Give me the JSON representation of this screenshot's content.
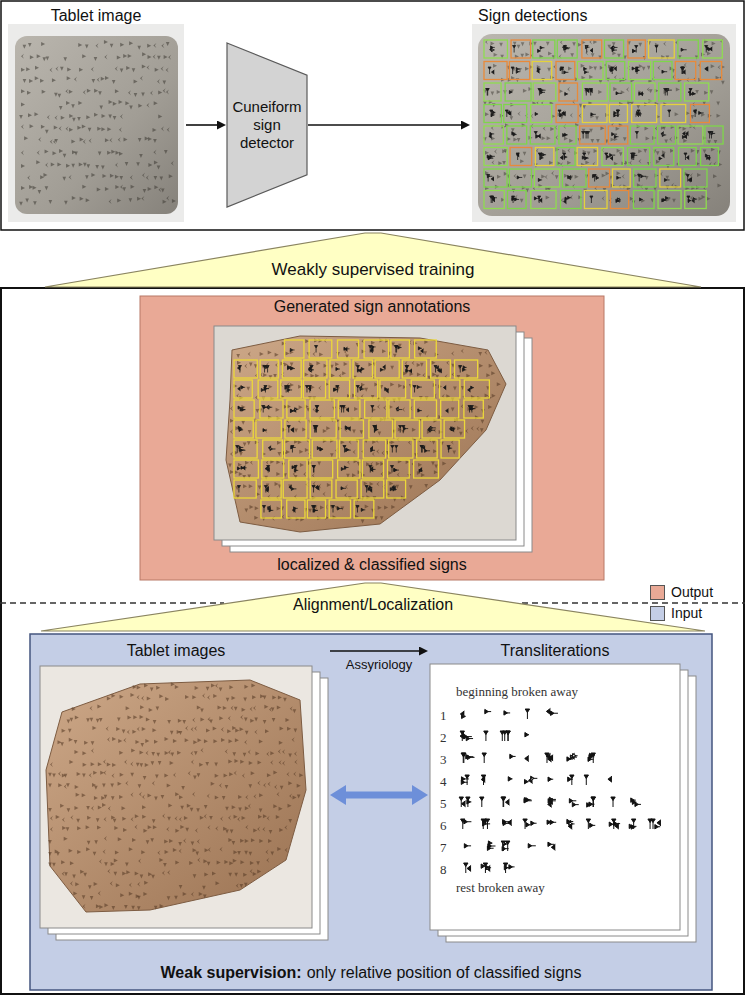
{
  "diagram": {
    "nodes": [
      {
        "text": [
          "Tablet image"
        ]
      },
      {
        "text": [
          "Cuneiform sign detector"
        ]
      },
      {
        "text": [
          "Sign detections"
        ]
      },
      {
        "text": [
          "Weakly supervised training"
        ]
      },
      {
        "text": [
          "Generated sign annotations",
          "localized & classified signs"
        ]
      },
      {
        "text": [
          "Alignment/Localization"
        ]
      },
      {
        "text": [
          "Weak supervision:",
          "only relative position of classified signs"
        ]
      },
      {
        "text": [
          "Tablet images"
        ],
        "in": 6
      },
      {
        "text": [
          "Transliterations",
          "beginning broken away",
          "rest broken away"
        ],
        "in": 6
      }
    ],
    "edges": [
      {
        "from": 0,
        "to": 1,
        "arrow": "to"
      },
      {
        "from": 1,
        "to": 2,
        "arrow": "to"
      },
      {
        "from": 7,
        "to": 8,
        "label": "Assyriology",
        "arrow": "to"
      },
      {
        "from": 7,
        "to": 8,
        "arrow": "both"
      }
    ],
    "labels": [
      "1",
      "2",
      "3",
      "4",
      "5",
      "6",
      "7",
      "8"
    ],
    "legend": [
      {
        "text": "Output",
        "color": "#e9a996"
      },
      {
        "text": "Input",
        "color": "#c4cee6"
      }
    ]
  }
}
